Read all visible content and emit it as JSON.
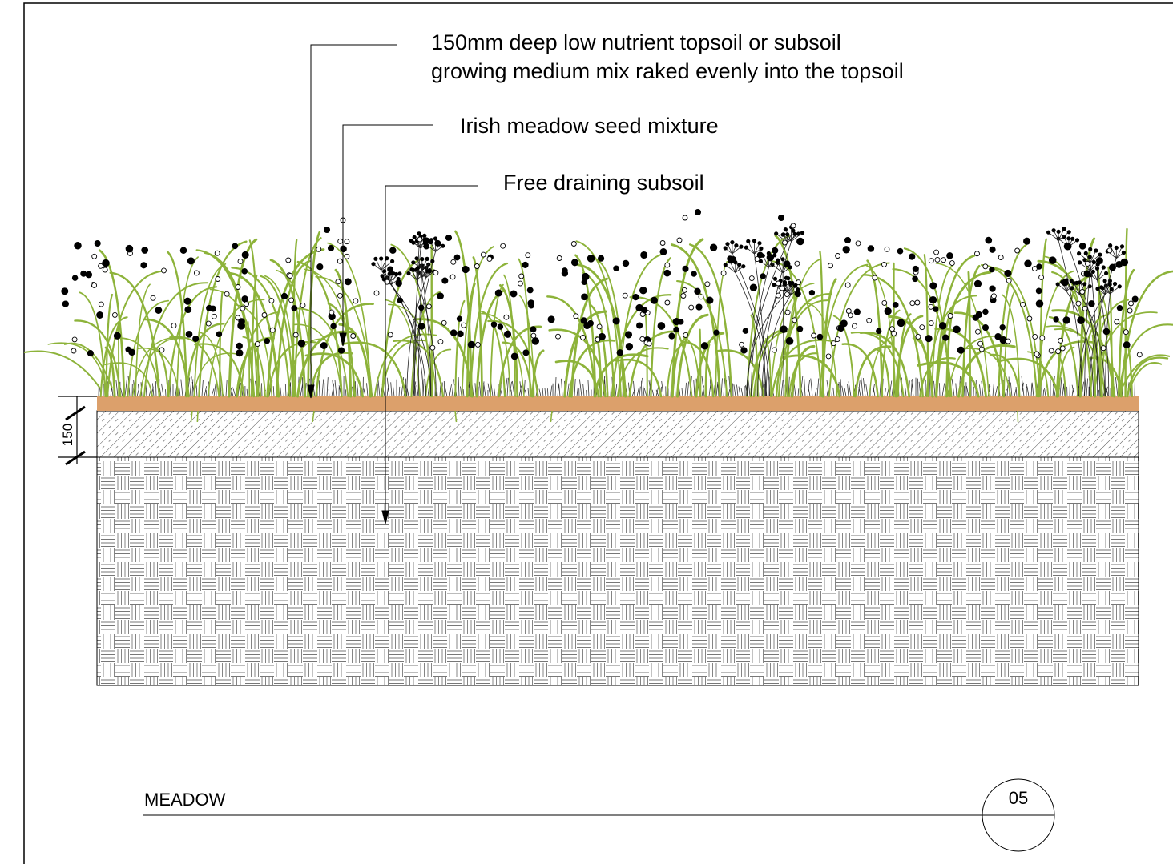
{
  "callouts": {
    "topsoil": {
      "line1": "150mm deep low nutrient topsoil or subsoil",
      "line2": "growing medium mix raked evenly into the topsoil"
    },
    "seed": "Irish meadow seed mixture",
    "subsoil": "Free draining subsoil"
  },
  "dimension": "150",
  "title": "MEADOW",
  "drawing_number": "05",
  "colors": {
    "grass": "#8db33a",
    "topsoil": "#dca06b",
    "seed_head": "#000000",
    "line": "#000000"
  }
}
